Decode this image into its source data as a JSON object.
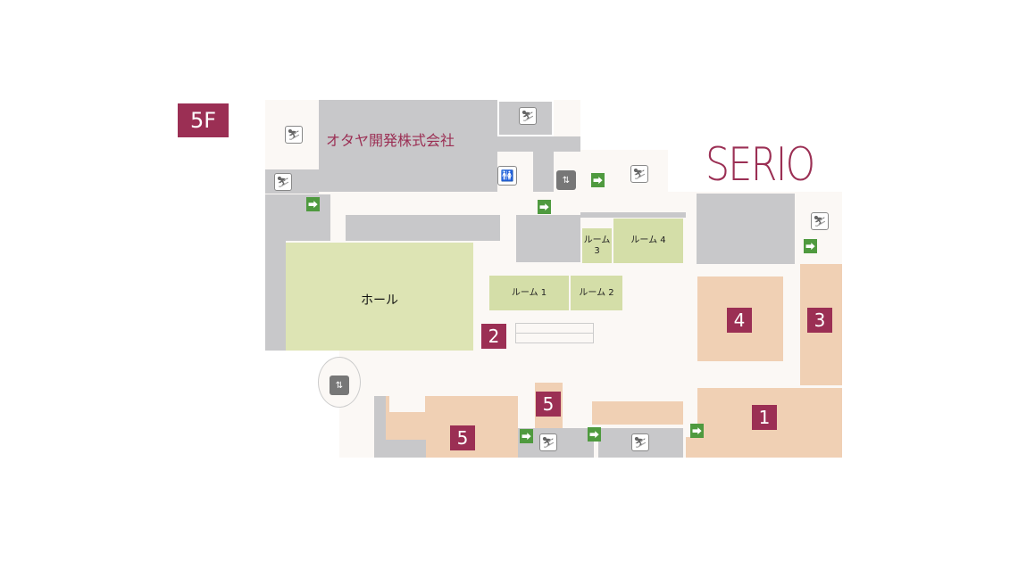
{
  "floor_badge": "5F",
  "logo": "SERIO",
  "tenant_office": "オタヤ開発株式会社",
  "hall": "ホール",
  "rooms": [
    "ルーム 1",
    "ルーム 2",
    "ルーム 3",
    "ルーム 4"
  ],
  "markers": {
    "m1": "1",
    "m2": "2",
    "m3": "3",
    "m4": "4",
    "m5a": "5",
    "m5b": "5"
  },
  "icons": {
    "stairs": "stairs-icon",
    "exit": "emergency-exit-icon",
    "toilet": "restroom-icon",
    "elevator": "elevator-icon"
  },
  "colors": {
    "accent": "#9b2f54",
    "shop": "#f0d0b4",
    "room": "#d4dea8",
    "wall": "#c8c8ca",
    "exit": "#4f9a3f"
  }
}
